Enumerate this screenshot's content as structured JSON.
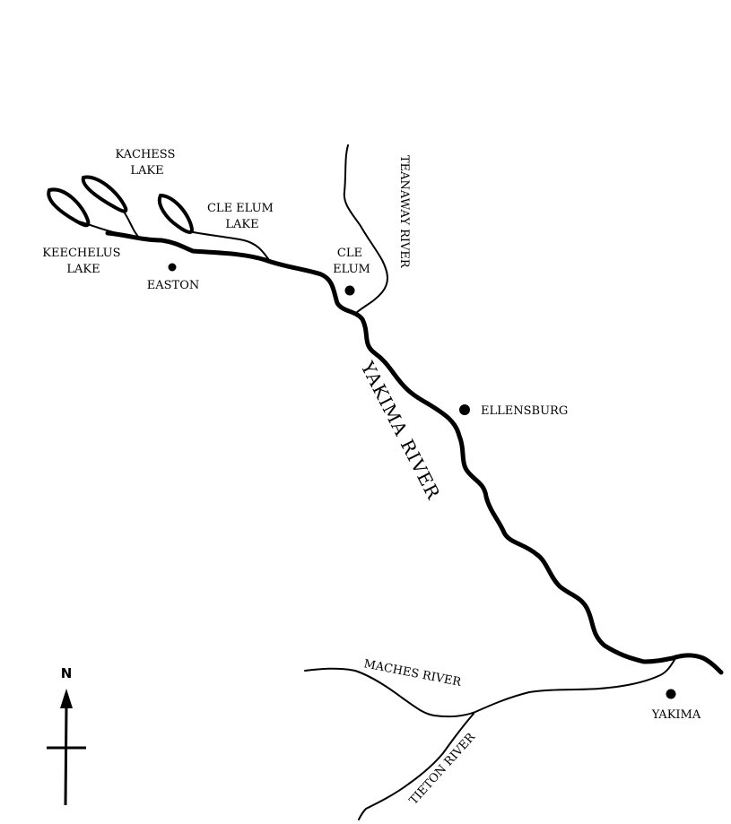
{
  "lakes": {
    "kachess": [
      "KACHESS",
      "LAKE"
    ],
    "cle_elum": [
      "CLE ELUM",
      "LAKE"
    ],
    "keechelus": [
      "KEECHELUS",
      "LAKE"
    ]
  },
  "towns": {
    "easton": "EASTON",
    "cle_elum": [
      "CLE",
      "ELUM"
    ],
    "ellensburg": "ELLENSBURG",
    "yakima": "YAKIMA"
  },
  "rivers": {
    "teanaway": "TEANAWAY RIVER",
    "yakima": "YAKIMA RIVER",
    "naches": "MACHES RIVER",
    "tieton": "TIETON RIVER"
  },
  "compass": {
    "north": "N"
  }
}
